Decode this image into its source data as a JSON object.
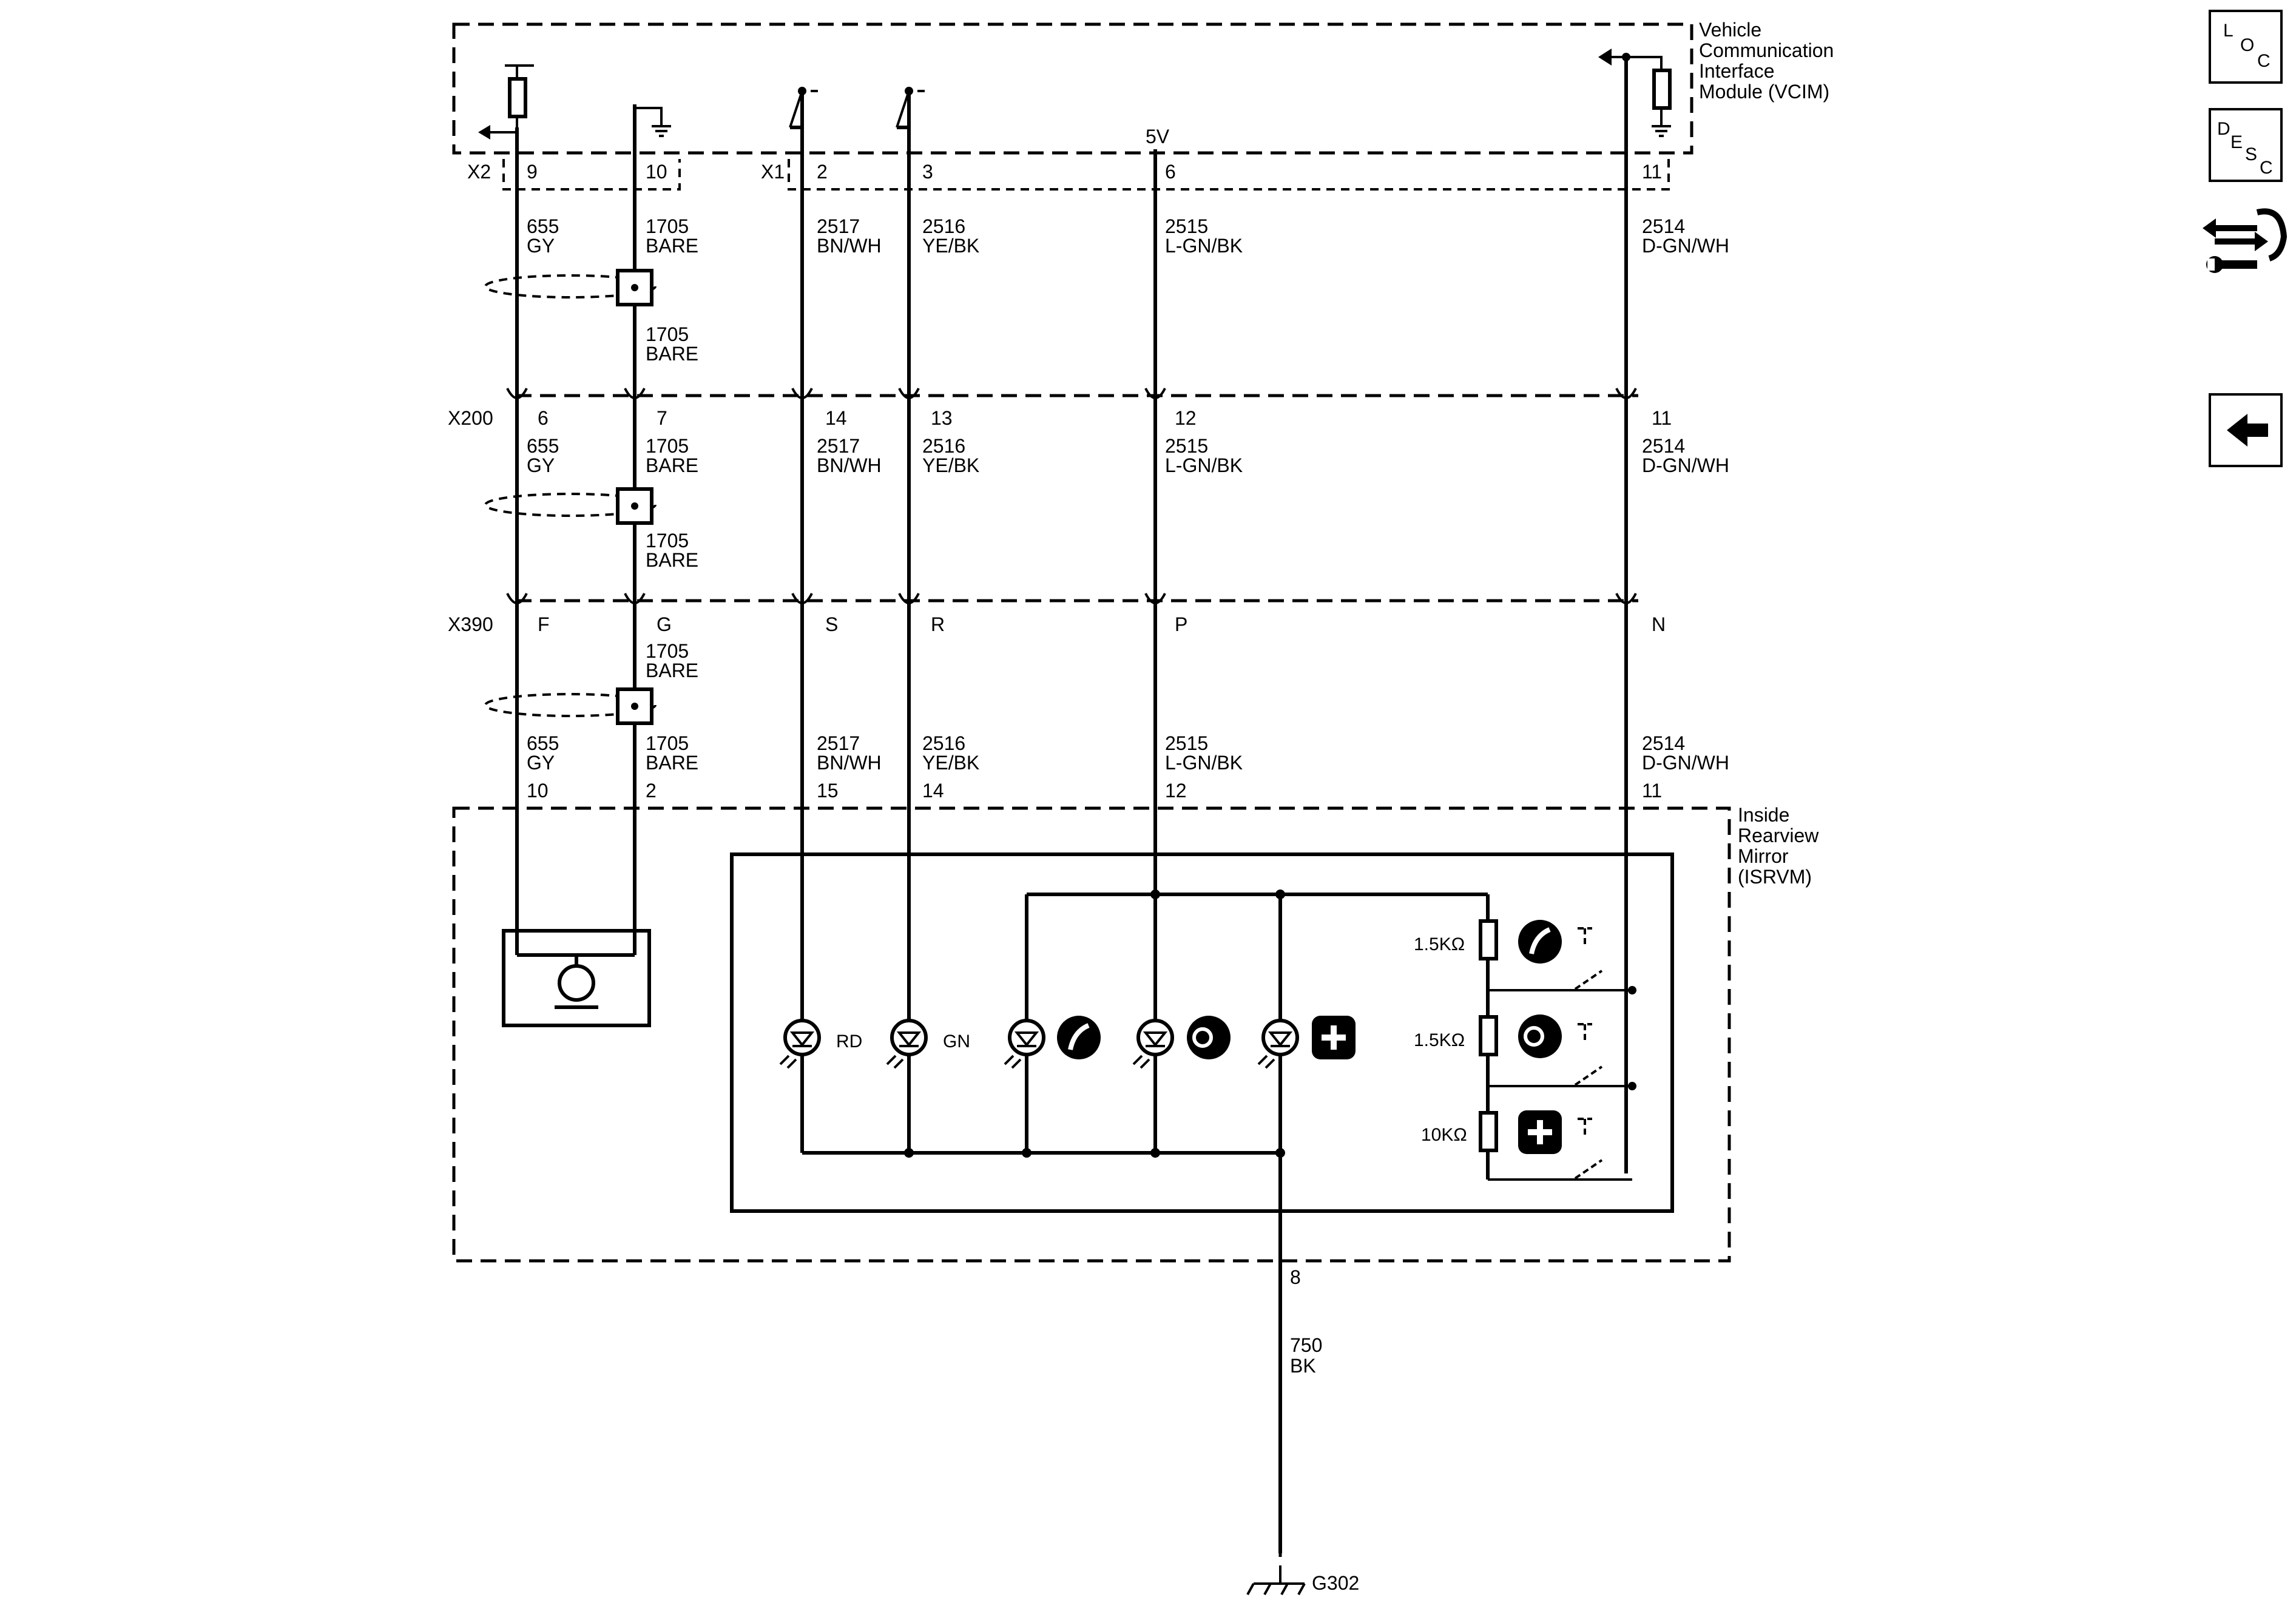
{
  "modules": {
    "vcim": {
      "label_lines": [
        "Vehicle",
        "Communication",
        "Interface",
        "Module (VCIM)"
      ],
      "voltage": "5V"
    },
    "isrvm": {
      "label_lines": [
        "Inside",
        "Rearview",
        "Mirror",
        "(ISRVM)"
      ]
    }
  },
  "connectors": {
    "x2": "X2",
    "x1": "X1",
    "x200": "X200",
    "x390": "X390"
  },
  "wires": [
    {
      "id": "w1",
      "vcim_pin": "9",
      "x200_pin": "6",
      "x390_pin": "F",
      "isrvm_pin": "10",
      "circuit": "655",
      "color": "GY"
    },
    {
      "id": "w2",
      "vcim_pin": "10",
      "x200_pin": "7",
      "x390_pin": "G",
      "isrvm_pin": "2",
      "circuit": "1705",
      "color": "BARE"
    },
    {
      "id": "w3",
      "vcim_pin": "2",
      "x200_pin": "14",
      "x390_pin": "S",
      "isrvm_pin": "15",
      "circuit": "2517",
      "color": "BN/WH"
    },
    {
      "id": "w4",
      "vcim_pin": "3",
      "x200_pin": "13",
      "x390_pin": "R",
      "isrvm_pin": "14",
      "circuit": "2516",
      "color": "YE/BK"
    },
    {
      "id": "w5",
      "vcim_pin": "6",
      "x200_pin": "12",
      "x390_pin": "P",
      "isrvm_pin": "12",
      "circuit": "2515",
      "color": "L-GN/BK"
    },
    {
      "id": "w6",
      "vcim_pin": "11",
      "x200_pin": "11",
      "x390_pin": "N",
      "isrvm_pin": "11",
      "circuit": "2514",
      "color": "D-GN/WH"
    }
  ],
  "ground": {
    "pin": "8",
    "circuit": "750",
    "color": "BK",
    "ground_id": "G302"
  },
  "leds": [
    "RD",
    "GN"
  ],
  "resistors": [
    "1.5KΩ",
    "1.5KΩ",
    "10KΩ"
  ],
  "nav": {
    "loc": [
      "L",
      "O",
      "C"
    ],
    "desc": [
      "D",
      "E",
      "S",
      "C"
    ],
    "colors": {
      "ink": "#000000",
      "paper": "#ffffff"
    }
  }
}
